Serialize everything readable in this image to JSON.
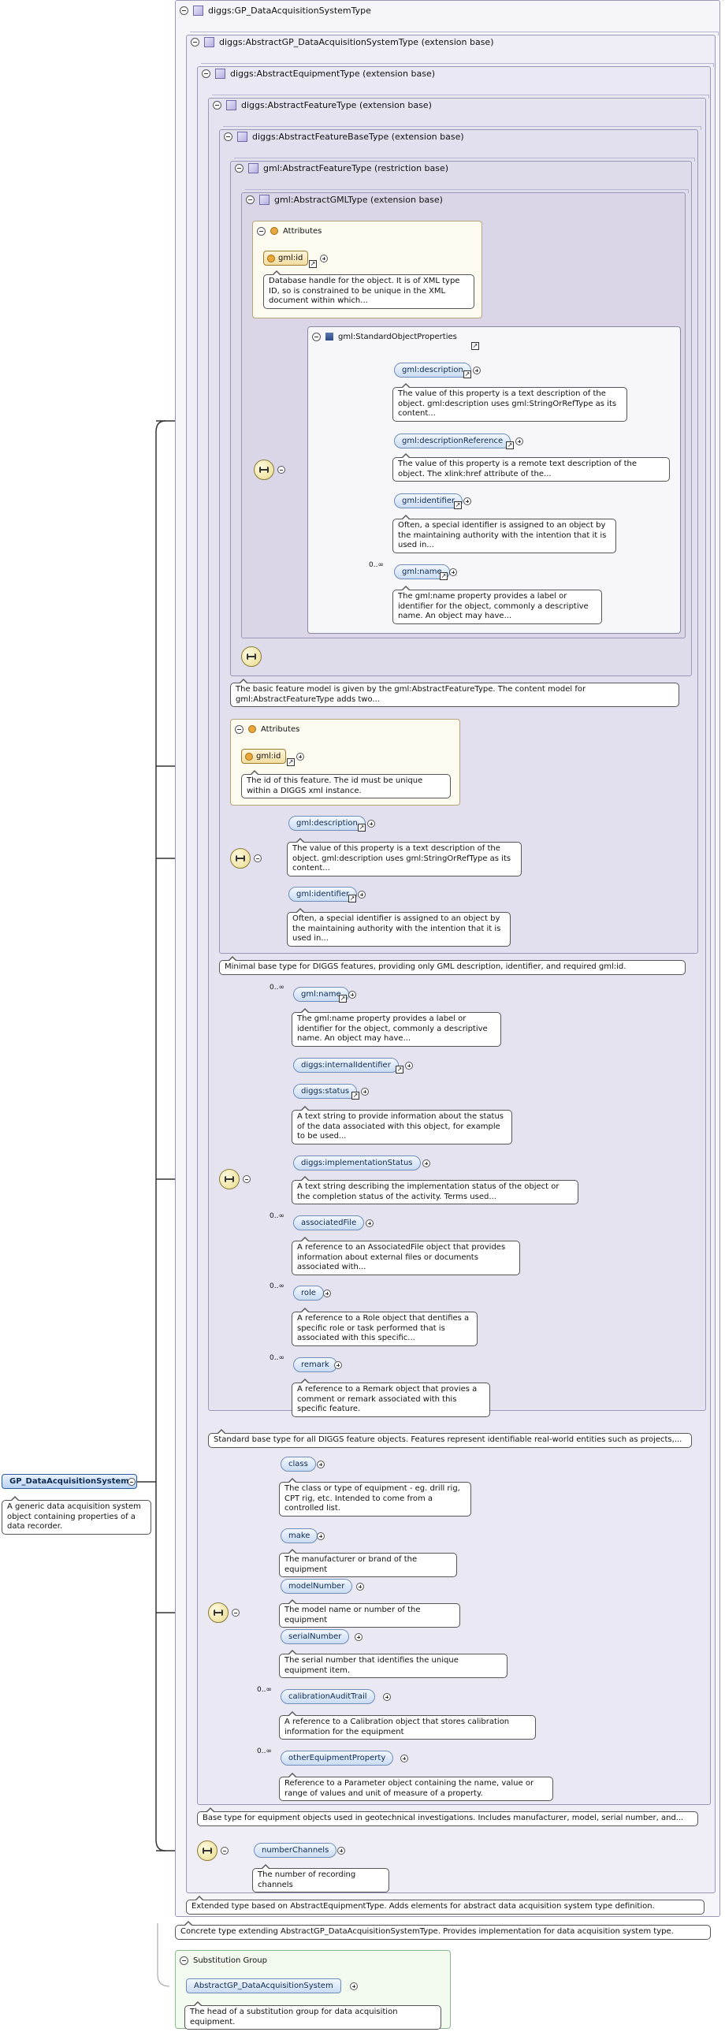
{
  "root": {
    "label": "GP_DataAcquisitionSystem",
    "doc": "A generic data acquisition system object containing properties of a data recorder."
  },
  "types": {
    "t1": "diggs:GP_DataAcquisitionSystemType",
    "t2": "diggs:AbstractGP_DataAcquisitionSystemType (extension base)",
    "t3": "diggs:AbstractEquipmentType (extension base)",
    "t4": "diggs:AbstractFeatureType (extension base)",
    "t5": "diggs:AbstractFeatureBaseType (extension base)",
    "t6": "gml:AbstractFeatureType (restriction base)",
    "t7": "gml:AbstractGMLType (extension base)"
  },
  "gmlType": {
    "attributes_title": "Attributes",
    "attr": "gml:id",
    "attr_doc": "Database handle for the object. It is of XML type ID, so is constrained to be unique in the XML document within which...",
    "group": "gml:StandardObjectProperties",
    "elements": [
      {
        "name": "gml:description",
        "doc": "The value of this property is a text description of the object. gml:description uses gml:StringOrRefType as its content...",
        "mult": ""
      },
      {
        "name": "gml:descriptionReference",
        "doc": "The value of this property is a remote text description of the object. The xlink:href attribute of the...",
        "mult": ""
      },
      {
        "name": "gml:identifier",
        "doc": "Often, a special identifier is assigned to an object by the maintaining authority with the intention that it is used in...",
        "mult": ""
      },
      {
        "name": "gml:name",
        "doc": "The gml:name property provides a label or identifier for the object, commonly a descriptive name. An object may have...",
        "mult": "0..∞"
      }
    ]
  },
  "featureType_doc": "The basic feature model is given by the gml:AbstractFeatureType. The content model for gml:AbstractFeatureType adds two...",
  "featureBase": {
    "attributes_title": "Attributes",
    "attr": "gml:id",
    "attr_doc": "The id of this feature. The id must be unique within a DIGGS xml instance.",
    "elements": [
      {
        "name": "gml:description",
        "doc": "The value of this property is a text description of the object. gml:description uses gml:StringOrRefType as its content..."
      },
      {
        "name": "gml:identifier",
        "doc": "Often, a special identifier is assigned to an object by the maintaining authority with the intention that it is used in..."
      }
    ],
    "doc": "Minimal base type for DIGGS features, providing only GML description, identifier, and required gml:id."
  },
  "feature": {
    "elements": [
      {
        "name": "gml:name",
        "mult": "0..∞",
        "doc": "The gml:name property provides a label or identifier for the object, commonly a descriptive name. An object may have..."
      },
      {
        "name": "diggs:internalIdentifier",
        "mult": "",
        "doc": ""
      },
      {
        "name": "diggs:status",
        "mult": "",
        "doc": "A text string to provide information about the status of the data associated with this object, for example to be used..."
      },
      {
        "name": "diggs:implementationStatus",
        "mult": "",
        "doc": "A text string describing the implementation status of the object or the completion status of the activity. Terms used..."
      },
      {
        "name": "associatedFile",
        "mult": "0..∞",
        "doc": "A reference to an AssociatedFile object that provides information about external files or documents associated with..."
      },
      {
        "name": "role",
        "mult": "0..∞",
        "doc": "A reference to a Role object that dentifies a specific role or task performed that is associated with this specific..."
      },
      {
        "name": "remark",
        "mult": "0..∞",
        "doc": "A reference to a Remark object that provies a comment or remark associated with this specific feature."
      }
    ],
    "doc": "Standard base type for all DIGGS feature objects. Features represent identifiable real-world entities such as projects,..."
  },
  "equipment": {
    "elements": [
      {
        "name": "class",
        "mult": "",
        "doc": "The class or type of equipment - eg. drill rig, CPT rig, etc. Intended to come from a controlled list."
      },
      {
        "name": "make",
        "mult": "",
        "doc": "The manufacturer or brand of the equipment"
      },
      {
        "name": "modelNumber",
        "mult": "",
        "doc": "The model name or number of the equipment"
      },
      {
        "name": "serialNumber",
        "mult": "",
        "doc": "The serial number that identifies the unique equipment item."
      },
      {
        "name": "calibrationAuditTrail",
        "mult": "0..∞",
        "doc": "A reference to a Calibration object that stores calibration information for the equipment"
      },
      {
        "name": "otherEquipmentProperty",
        "mult": "0..∞",
        "doc": "Reference to a Parameter object containing the name, value or range of values and unit of measure of a property."
      }
    ],
    "doc": "Base type for equipment objects used in geotechnical investigations. Includes manufacturer, model, serial number, and..."
  },
  "abstractDAS": {
    "element": {
      "name": "numberChannels",
      "doc": "The number of recording channels"
    },
    "doc": "Extended type based on AbstractEquipmentType. Adds elements for abstract data acquisition system type definition."
  },
  "concrete_doc": "Concrete type extending AbstractGP_DataAcquisitionSystemType. Provides implementation for data acquisition system type.",
  "substitution": {
    "title": "Substitution Group",
    "head": "AbstractGP_DataAcquisitionSystem",
    "doc": "The head of a substitution group for data acquisition equipment."
  }
}
